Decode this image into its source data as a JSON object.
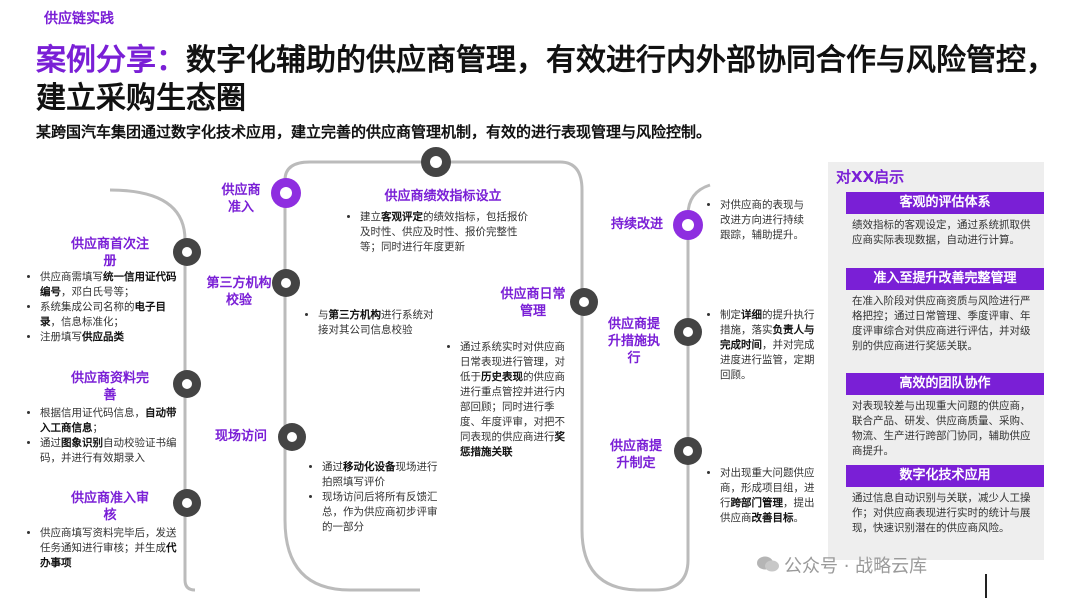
{
  "header": {
    "section_tag": "供应链实践",
    "title_prefix": "案例分享：",
    "title_main": "数字化辅助的供应商管理，有效进行内外部协同合作与风险管控，建立采购生态圈",
    "subtitle": "某跨国汽车集团通过数字化技术应用，建立完善的供应商管理机制，有效的进行表现管理与风险控制。"
  },
  "stages": {
    "s1": {
      "label": "供应商首次注册",
      "bullets": [
        "供应商需填写",
        "统一信用证代码编号",
        "，邓白氏号等；",
        "系统集成公司名称的",
        "电子目录",
        "，信息标准化；",
        "注册填写",
        "供应品类"
      ]
    },
    "s2": {
      "label": "供应商资料完善",
      "bullets": [
        "根据信用证代码信息，",
        "自动带入工商信息",
        "；",
        "通过",
        "图象识别",
        "自动校验证书编码，并进行有效期录入"
      ]
    },
    "s3": {
      "label": "供应商准入审核",
      "bullets": [
        "供应商填写资料完毕后，发送任务通知进行审核；并生成",
        "代办事项"
      ]
    },
    "s4": {
      "label": "供应商准入"
    },
    "s5": {
      "label": "第三方机构校验",
      "bullets": [
        "与",
        "第三方机构",
        "进行系统对接对其公司信息校验"
      ]
    },
    "s6": {
      "label": "现场访问",
      "bullets": [
        "通过",
        "移动化设备",
        "现场进行拍照填写评价",
        "现场访问后将所有反馈汇总，作为供应商初步评审的一部分"
      ]
    },
    "s7": {
      "label": "供应商绩效指标设立",
      "bullets": [
        "建立",
        "客观评定",
        "的绩效指标，包括报价及时性、供应及时性、报价完整性等；同时进行年度更新"
      ]
    },
    "s8": {
      "label": "供应商日常管理",
      "bullets": [
        "通过系统实时对供应商日常表现进行管理，对低于",
        "历史表现",
        "的供应商进行重点管控并进行内部回顾；同时进行季度、年度评审，对把不同表现的供应商进行",
        "奖惩措施关联"
      ]
    },
    "s9": {
      "label": "持续改进",
      "bullets": [
        "对供应商的表现与改进方向进行持续跟踪，辅助提升。"
      ]
    },
    "s10": {
      "label": "供应商提升措施执行",
      "bullets": [
        "制定",
        "详细",
        "的提升执行措施，落实",
        "负责人与完成时间",
        "，并对完成进度进行监管，定期回顾。"
      ]
    },
    "s11": {
      "label": "供应商提升制定",
      "bullets": [
        "对出现重大问题供应商，形成项目组，进行",
        "跨部门管理",
        "，提出供应商",
        "改善目标",
        "。"
      ]
    }
  },
  "panel": {
    "title": "对XX启示",
    "sections": [
      {
        "head": "客观的评估体系",
        "text": "绩效指标的客观设定，通过系统抓取供应商实际表现数据，自动进行计算。"
      },
      {
        "head": "准入至提升改善完整管理",
        "text": "在准入阶段对供应商资质与风险进行严格把控；通过日常管理、季度评审、年度评审综合对供应商进行评估，并对级别的供应商进行奖惩关联。"
      },
      {
        "head": "高效的团队协作",
        "text": "对表现较差与出现重大问题的供应商，联合产品、研发、供应商质量、采购、物流、生产进行跨部门协同，辅助供应商提升。"
      },
      {
        "head": "数字化技术应用",
        "text": "通过信息自动识别与关联，减少人工操作；对供应商表现进行实时的统计与展现，快速识别潜在的供应商风险。"
      }
    ]
  },
  "watermark": "公众号 · 战略云库",
  "colors": {
    "accent": "#7a1fd6",
    "node": "#444444",
    "track": "#bbbbbb"
  }
}
